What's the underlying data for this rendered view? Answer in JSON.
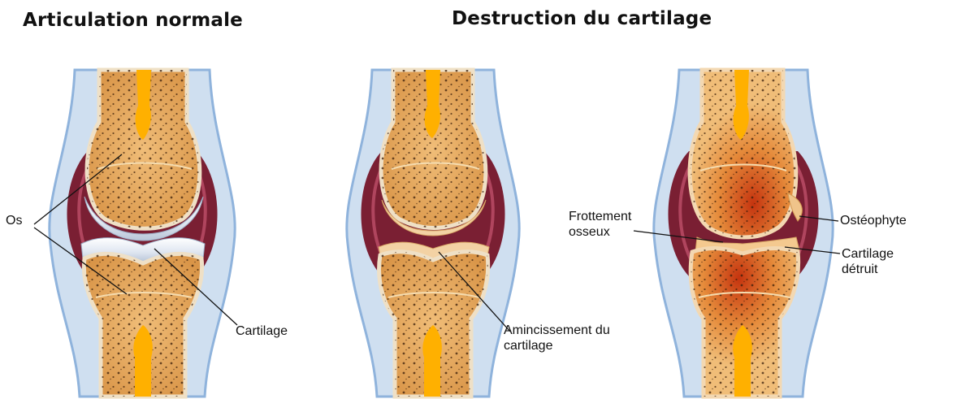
{
  "titles": {
    "normal": "Articulation normale",
    "destruction": "Destruction du cartilage"
  },
  "labels": {
    "os": "Os",
    "cartilage": "Cartilage",
    "amincissement_line1": "Amincissement du",
    "amincissement_line2": "cartilage",
    "frottement_line1": "Frottement",
    "frottement_line2": "osseux",
    "osteophyte": "Ostéophyte",
    "cartilage_detruit_line1": "Cartilage",
    "cartilage_detruit_line2": "détruit"
  },
  "colors": {
    "bone": "#e3a55c",
    "bone_light": "#f2c789",
    "marrow": "#ffb000",
    "capsule_outer": "#bcd3ea",
    "capsule_inner": "#8fb3dc",
    "synovium": "#7a1f33",
    "cartilage_healthy": "#e9eef6",
    "cartilage_thin": "#f3d2a4",
    "inflamed_bone": "#d34a1a"
  }
}
